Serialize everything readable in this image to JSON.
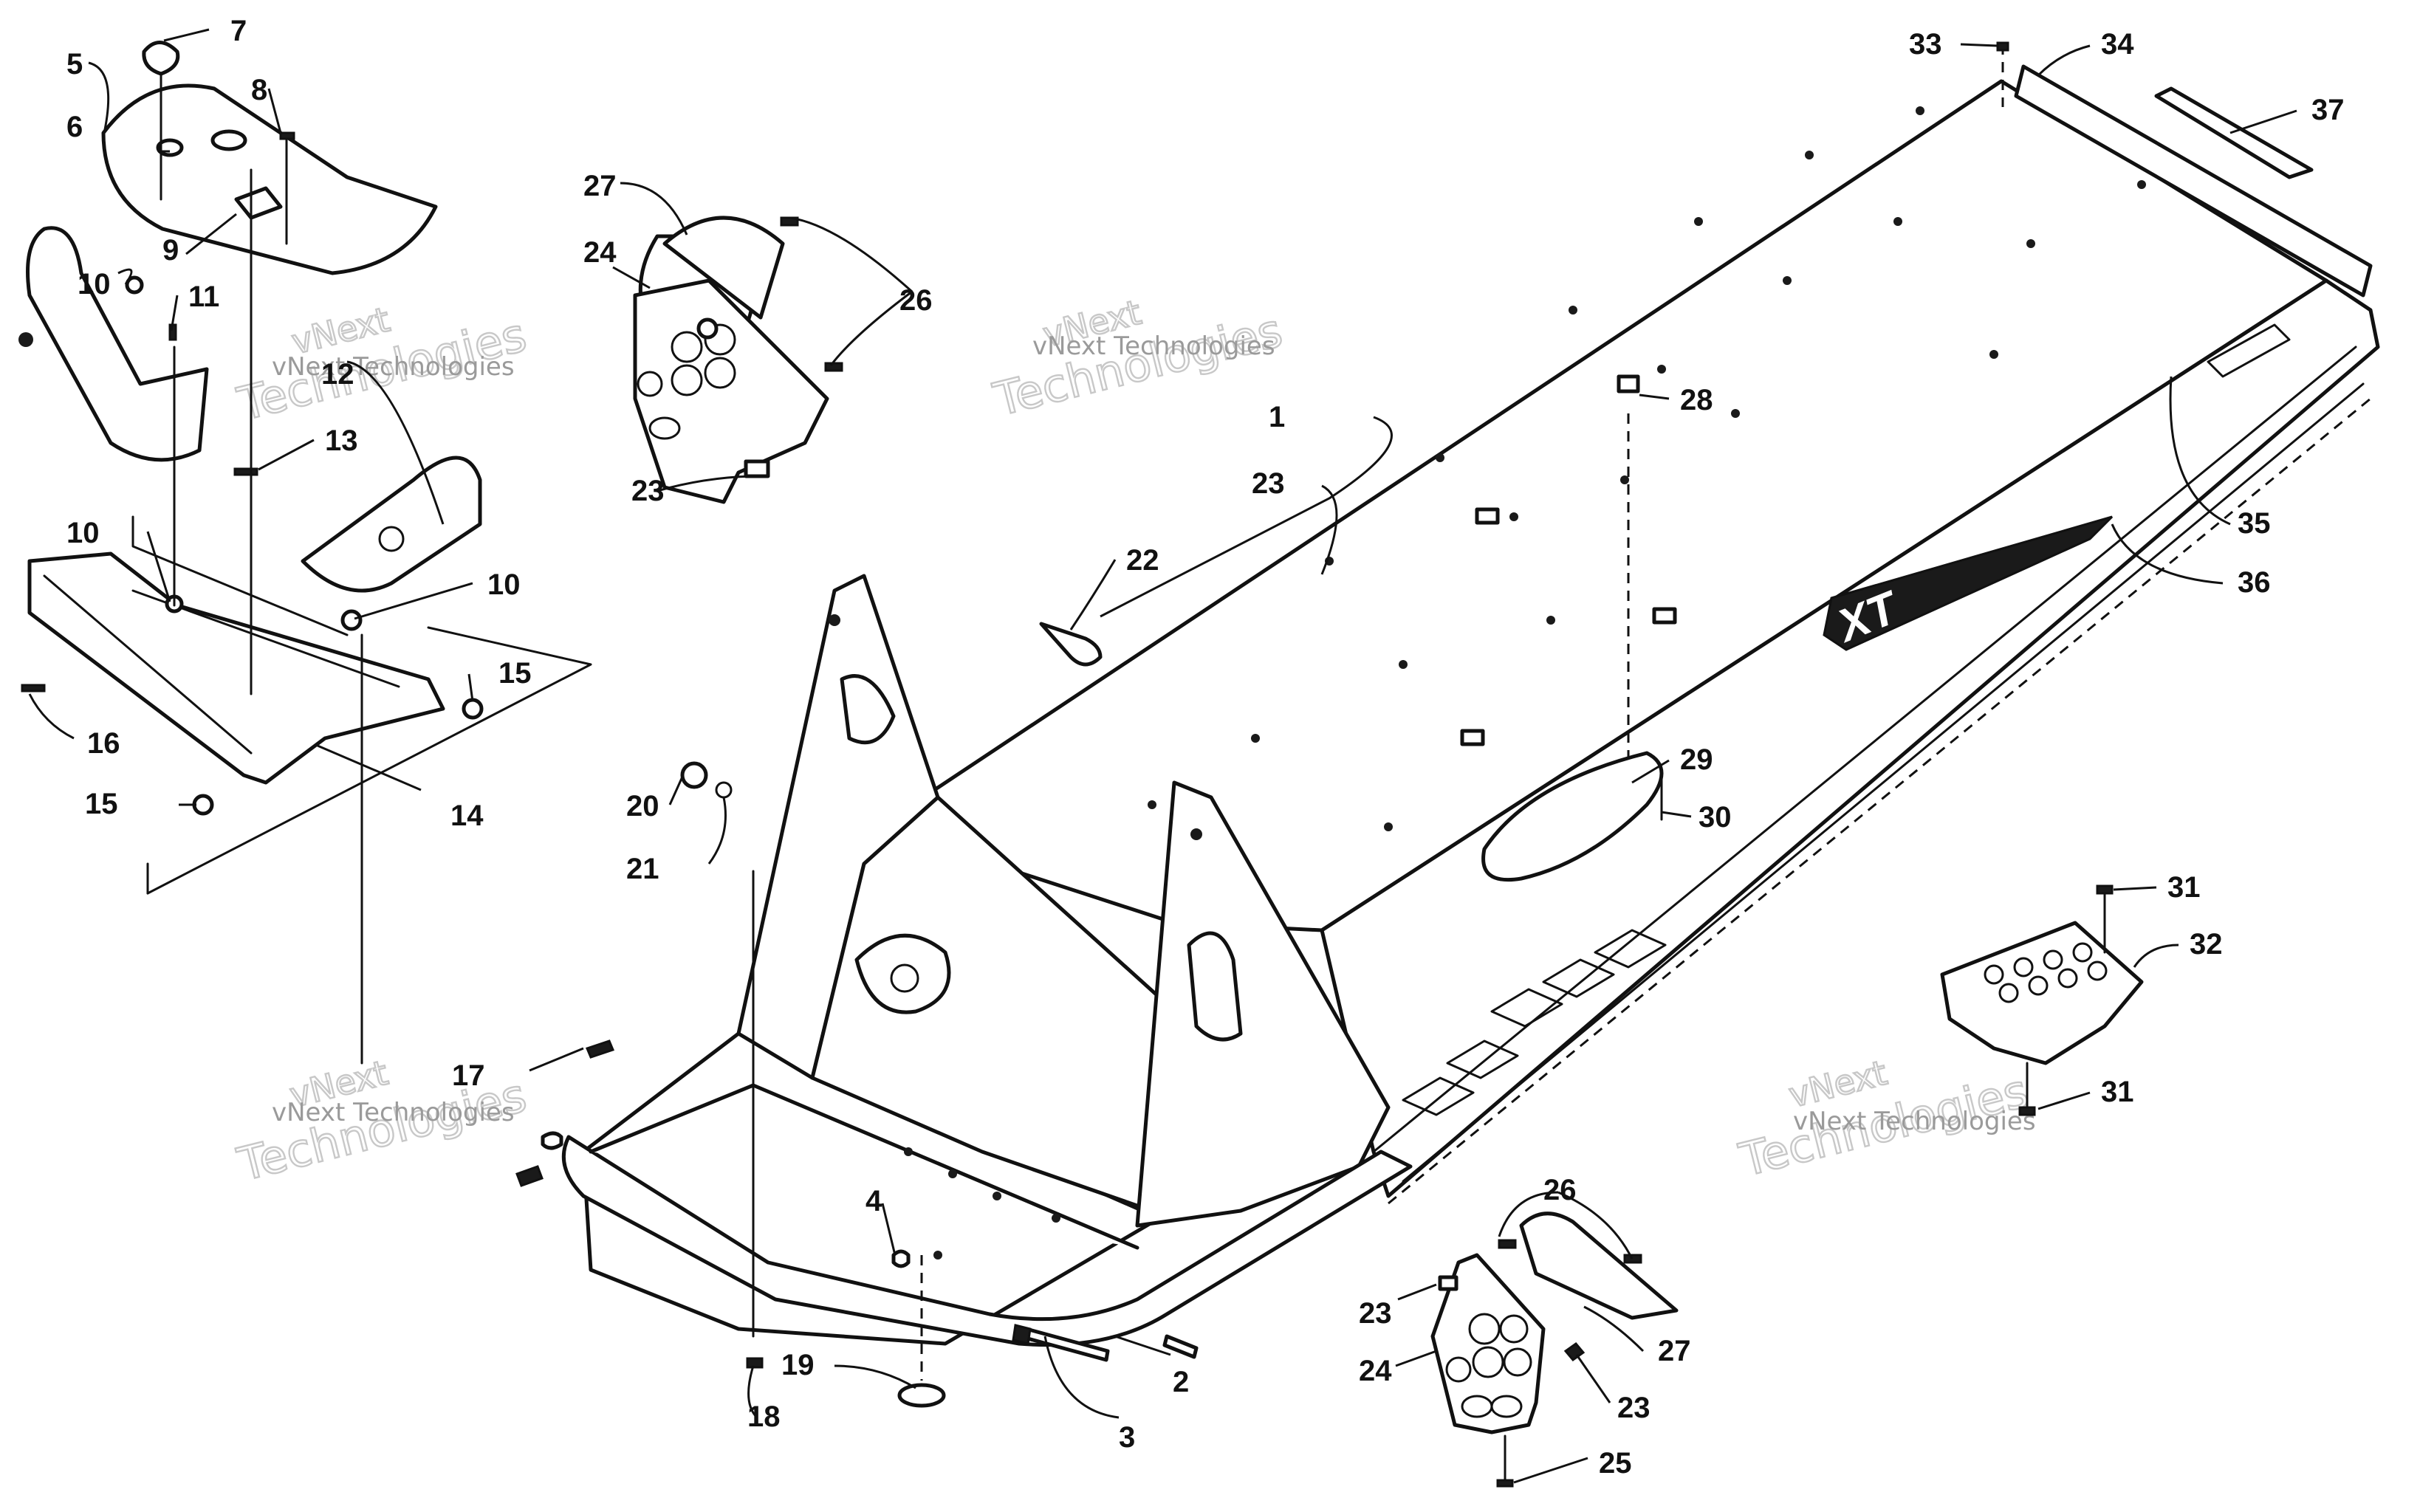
{
  "watermark": {
    "line1": "vNext",
    "line2": "Technologies",
    "line3": "vNext Technologies"
  },
  "callouts": [
    "1",
    "2",
    "3",
    "4",
    "5",
    "6",
    "7",
    "8",
    "9",
    "10",
    "11",
    "12",
    "13",
    "14",
    "15",
    "16",
    "17",
    "18",
    "19",
    "20",
    "21",
    "22",
    "23",
    "24",
    "25",
    "26",
    "27",
    "28",
    "29",
    "30",
    "31",
    "32",
    "33",
    "34",
    "35",
    "36",
    "37"
  ],
  "decal": {
    "text": "XT"
  },
  "colors": {
    "ink": "#111111",
    "paper": "#ffffff",
    "watermark": "#c8c8c8"
  }
}
